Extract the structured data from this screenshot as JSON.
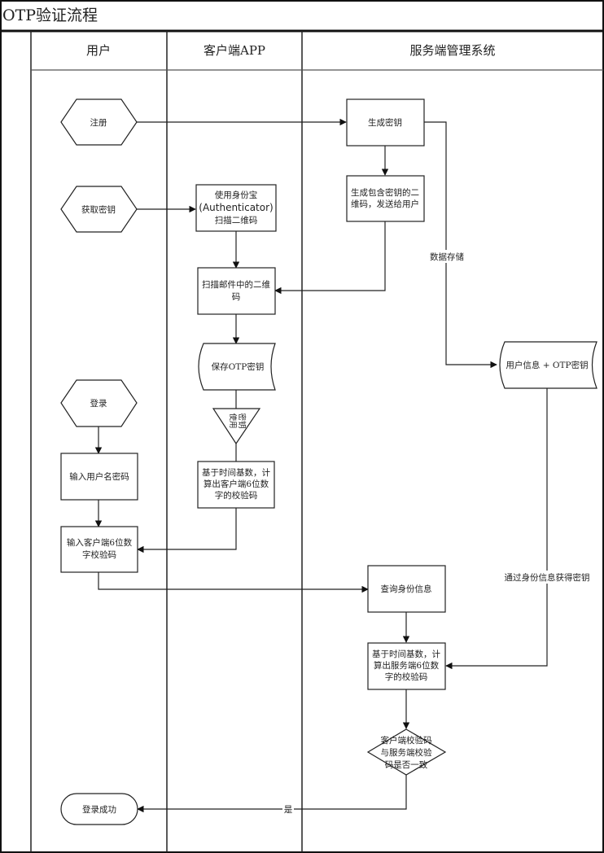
{
  "title": "OTP验证流程",
  "lanes": [
    {
      "id": "user",
      "label": "用户"
    },
    {
      "id": "client",
      "label": "客户端APP"
    },
    {
      "id": "server",
      "label": "服务端管理系统"
    }
  ],
  "nodes": {
    "register": {
      "type": "preparation",
      "lane": "user",
      "lines": [
        "注册"
      ]
    },
    "get_key": {
      "type": "preparation",
      "lane": "user",
      "lines": [
        "获取密钥"
      ]
    },
    "login": {
      "type": "preparation",
      "lane": "user",
      "lines": [
        "登录"
      ]
    },
    "input_user_pwd": {
      "type": "process",
      "lane": "user",
      "lines": [
        "输入用户名密码"
      ]
    },
    "input_client_code": {
      "type": "process",
      "lane": "user",
      "lines": [
        "输入客户端6位数",
        "字校验码"
      ]
    },
    "login_success": {
      "type": "terminator",
      "lane": "user",
      "lines": [
        "登录成功"
      ]
    },
    "use_authenticator": {
      "type": "process",
      "lane": "client",
      "lines": [
        "使用身份宝",
        "(Authenticator)",
        "扫描二维码"
      ]
    },
    "scan_email_qr": {
      "type": "process",
      "lane": "client",
      "lines": [
        "扫描邮件中的二维",
        "码"
      ]
    },
    "save_otp_key": {
      "type": "stored-data",
      "lane": "client",
      "lines": [
        "保存OTP密钥"
      ]
    },
    "use_key": {
      "type": "merge",
      "lane": "client",
      "lines": [
        "使用",
        "密钥"
      ]
    },
    "client_calc": {
      "type": "process",
      "lane": "client",
      "lines": [
        "基于时间基数，计",
        "算出客户端6位数",
        "字的校验码"
      ]
    },
    "gen_key": {
      "type": "process",
      "lane": "server",
      "lines": [
        "生成密钥"
      ]
    },
    "gen_qr": {
      "type": "process",
      "lane": "server",
      "lines": [
        "生成包含密钥的二",
        "维码，发送给用户"
      ]
    },
    "user_otp_store": {
      "type": "stored-data",
      "lane": "server",
      "lines": [
        "用户信息 + OTP密钥"
      ]
    },
    "query_identity": {
      "type": "process",
      "lane": "server",
      "lines": [
        "查询身份信息"
      ]
    },
    "server_calc": {
      "type": "process",
      "lane": "server",
      "lines": [
        "基于时间基数，计",
        "算出服务端6位数",
        "字的校验码"
      ]
    },
    "compare": {
      "type": "decision",
      "lane": "server",
      "lines": [
        "客户端校验码",
        "与服务端校验",
        "码是否一致"
      ]
    }
  },
  "edges": [
    {
      "from": "register",
      "to": "gen_key",
      "label": ""
    },
    {
      "from": "gen_key",
      "to": "gen_qr",
      "label": ""
    },
    {
      "from": "gen_key",
      "to": "user_otp_store",
      "label": "数据存储"
    },
    {
      "from": "get_key",
      "to": "use_authenticator",
      "label": ""
    },
    {
      "from": "use_authenticator",
      "to": "scan_email_qr",
      "label": ""
    },
    {
      "from": "gen_qr",
      "to": "scan_email_qr",
      "label": ""
    },
    {
      "from": "scan_email_qr",
      "to": "save_otp_key",
      "label": ""
    },
    {
      "from": "save_otp_key",
      "to": "use_key",
      "label": ""
    },
    {
      "from": "use_key",
      "to": "client_calc",
      "label": ""
    },
    {
      "from": "login",
      "to": "input_user_pwd",
      "label": ""
    },
    {
      "from": "input_user_pwd",
      "to": "input_client_code",
      "label": ""
    },
    {
      "from": "client_calc",
      "to": "input_client_code",
      "label": ""
    },
    {
      "from": "input_client_code",
      "to": "query_identity",
      "label": ""
    },
    {
      "from": "query_identity",
      "to": "server_calc",
      "label": ""
    },
    {
      "from": "user_otp_store",
      "to": "server_calc",
      "label": "通过身份信息获得密钥"
    },
    {
      "from": "server_calc",
      "to": "compare",
      "label": ""
    },
    {
      "from": "compare",
      "to": "login_success",
      "label": "是"
    }
  ]
}
